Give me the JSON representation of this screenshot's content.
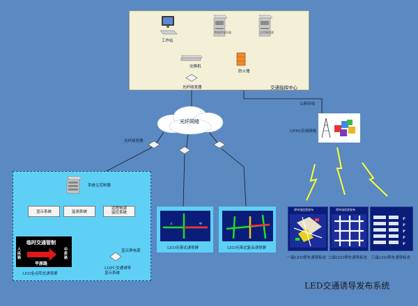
{
  "title": "LED交通诱导发布系统",
  "command_center": {
    "name": "交通指挥中心",
    "workstation": "工作站",
    "server1": "数据库服务器",
    "server2": "应用服务器",
    "switch": "交换机",
    "firewall": "防火墙",
    "transceiver": "光纤收发器"
  },
  "network": {
    "fiber_cloud": "光纤网络",
    "fiber_transceiver": "光纤收发器",
    "leased_line": "公网专线",
    "gprs": "GPRS无线网络"
  },
  "full_color_system": {
    "main_controller": "系统主控制器",
    "display_system": "显示系统",
    "monitor_system": "监测系统",
    "remote_monitor": "远程电源\n监控系统",
    "screen_power": "显示屏电源",
    "led_caption": "LED全点阵式诱导屏",
    "lopc_caption": "LOPC交通诱导\n显示系统",
    "sign_title": "临时交通管制",
    "sign_left": "人民路",
    "sign_right": "中原路",
    "sign_bottom": "平原路"
  },
  "screens": {
    "light_band": "LED光带式诱导屏",
    "composite": "LED光带式复合诱导屏"
  },
  "parking_signs": {
    "panel_title": "停车场信息发布",
    "level1": "一级LED停车诱导标志",
    "level2": "二级LED停车诱导标志",
    "level3": "三级LED停车诱导标志"
  },
  "colors": {
    "background": "#5b89c2",
    "command_panel": "#f4f0d8",
    "subsystem_panel": "#5fd0f5",
    "screen_dark": "#0b1d7a"
  }
}
